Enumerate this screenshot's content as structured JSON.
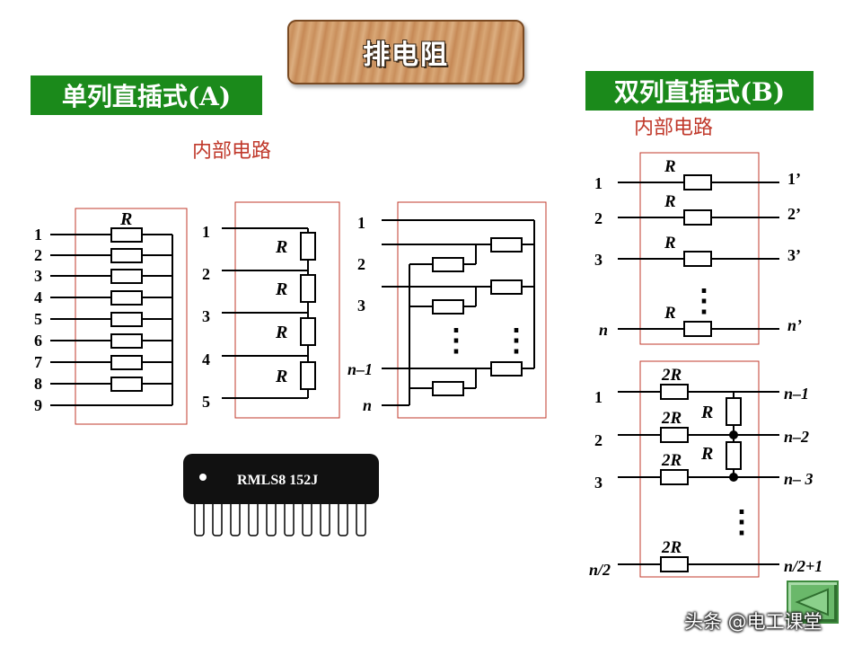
{
  "title": "排电阻",
  "section_a": {
    "label": "单列直插式(A)",
    "caption": "内部电路"
  },
  "section_b": {
    "label": "双列直插式(B)",
    "caption": "内部电路"
  },
  "circuit_a1": {
    "resistor": "R",
    "pins": [
      "1",
      "2",
      "3",
      "4",
      "5",
      "6",
      "7",
      "8",
      "9"
    ]
  },
  "circuit_a2": {
    "resistors": [
      "R",
      "R",
      "R",
      "R"
    ],
    "pins": [
      "1",
      "2",
      "3",
      "4",
      "5"
    ]
  },
  "circuit_a3": {
    "pins": [
      "1",
      "2",
      "3",
      "n–1",
      "n"
    ],
    "dots": "⋮"
  },
  "chip": {
    "marking": "RMLS8 152J",
    "pin_count": 10
  },
  "circuit_b1": {
    "left_pins": [
      "1",
      "2",
      "3",
      "n"
    ],
    "right_pins": [
      "1’",
      "2’",
      "3’",
      "n’"
    ],
    "resistors": [
      "R",
      "R",
      "R",
      "R"
    ],
    "dots": "⋮"
  },
  "circuit_b2": {
    "left_pins": [
      "1",
      "2",
      "3",
      "n/2"
    ],
    "right_pins": [
      "n–1",
      "n–2",
      "n– 3",
      "n/2+1"
    ],
    "series_resistors": [
      "2R",
      "2R",
      "2R",
      "2R"
    ],
    "shunt_resistors": [
      "R",
      "R"
    ],
    "dots": "⋮"
  },
  "watermark": "头条 @电工课堂",
  "nav": {
    "back_icon": "triangle-left-icon"
  }
}
